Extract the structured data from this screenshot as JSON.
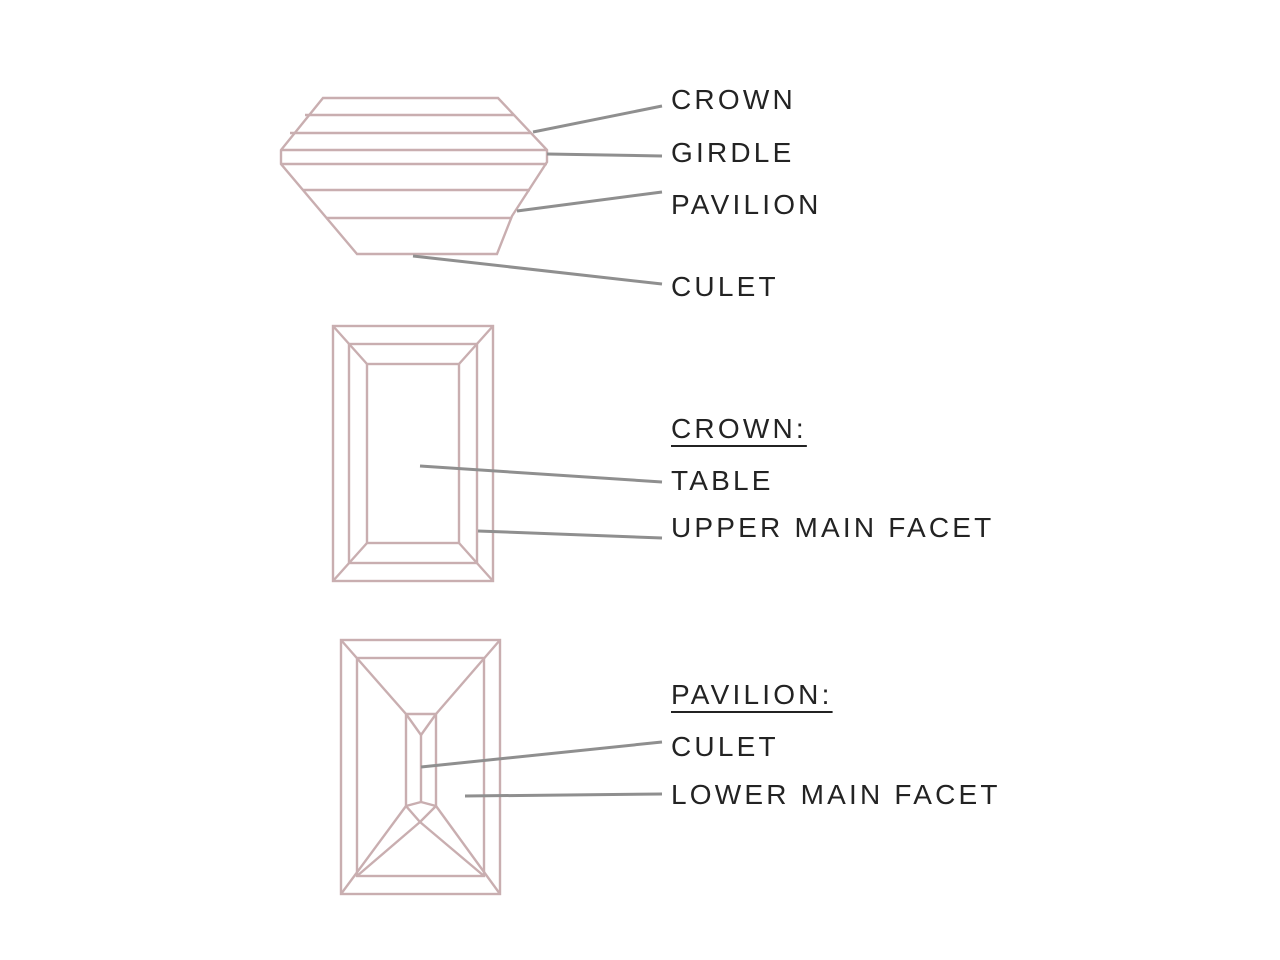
{
  "side_view": {
    "labels": {
      "crown": "CROWN",
      "girdle": "GIRDLE",
      "pavilion": "PAVILION",
      "culet": "CULET"
    }
  },
  "crown_view": {
    "heading": "CROWN:",
    "labels": {
      "table": "TABLE",
      "upper_main_facet": "UPPER MAIN FACET"
    }
  },
  "pavilion_view": {
    "heading": "PAVILION:",
    "labels": {
      "culet": "CULET",
      "lower_main_facet": "LOWER MAIN FACET"
    }
  },
  "colors": {
    "gem_outline": "#c9aeb0",
    "leader_line": "#8f8f8f",
    "text": "#232323"
  }
}
